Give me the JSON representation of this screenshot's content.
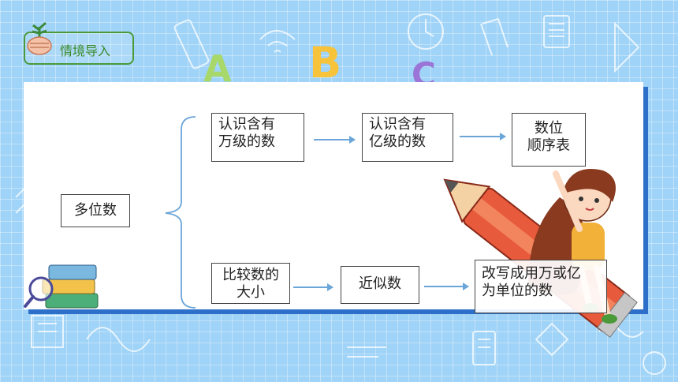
{
  "section_tag": {
    "label": "情境导入"
  },
  "mindmap": {
    "root": "多位数",
    "top_row": [
      {
        "lines": [
          "认识含有",
          "万级的数"
        ]
      },
      {
        "lines": [
          "认识含有",
          "亿级的数"
        ]
      },
      {
        "lines": [
          "数位",
          "顺序表"
        ]
      }
    ],
    "bottom_row": [
      {
        "lines": [
          "比较数的",
          "大小"
        ]
      },
      {
        "lines": [
          "近似数"
        ]
      },
      {
        "lines": [
          "改写成用万或亿",
          "为单位的数"
        ]
      }
    ]
  },
  "decor": {
    "letters": [
      "A",
      "B",
      "C"
    ]
  },
  "colors": {
    "background": "#9fd3f7",
    "card_shadow": "#2d6fc9",
    "arrow": "#6aa6d8",
    "tag_border": "#4a9a3a"
  }
}
